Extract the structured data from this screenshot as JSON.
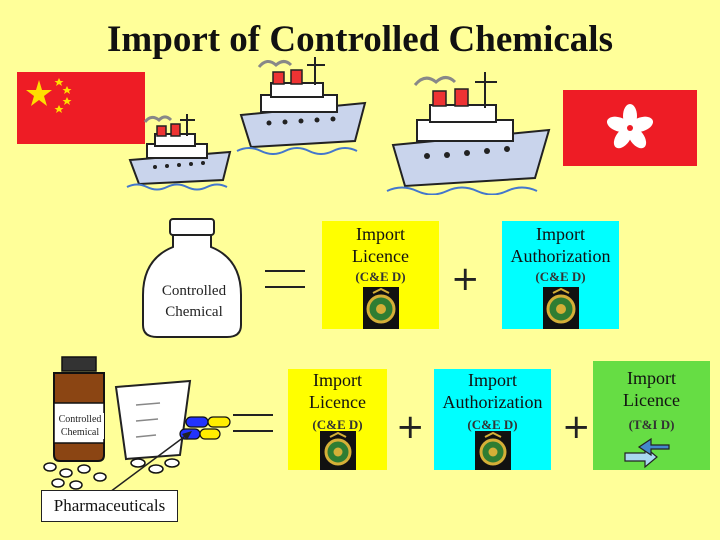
{
  "title": "Import of Controlled Chemicals",
  "row1": {
    "chemical_label": "Controlled\nChemical",
    "boxes": [
      {
        "label": "Import\nLicence",
        "dept": "(C&E D)",
        "color": "#ffff00"
      },
      {
        "label": "Import\nAuthorization",
        "dept": "(C&E D)",
        "color": "#00ffff"
      }
    ]
  },
  "row2": {
    "chemical_label": "Controlled\nChemical",
    "pharma_label": "Pharmaceuticals",
    "boxes": [
      {
        "label": "Import\nLicence",
        "dept": "(C&E D)",
        "color": "#ffff00"
      },
      {
        "label": "Import\nAuthorization",
        "dept": "(C&E D)",
        "color": "#00ffff"
      },
      {
        "label": "Import\nLicence",
        "dept": "(T&I D)",
        "color": "#66dd44"
      }
    ]
  },
  "operators": {
    "equals": "=",
    "plus": "+"
  },
  "icons": [
    "flag-china",
    "flag-hong-kong",
    "ship",
    "customs-badge",
    "arrows-icon",
    "chemical-bottle",
    "medicine-bottle",
    "pills",
    "measuring-cup"
  ]
}
